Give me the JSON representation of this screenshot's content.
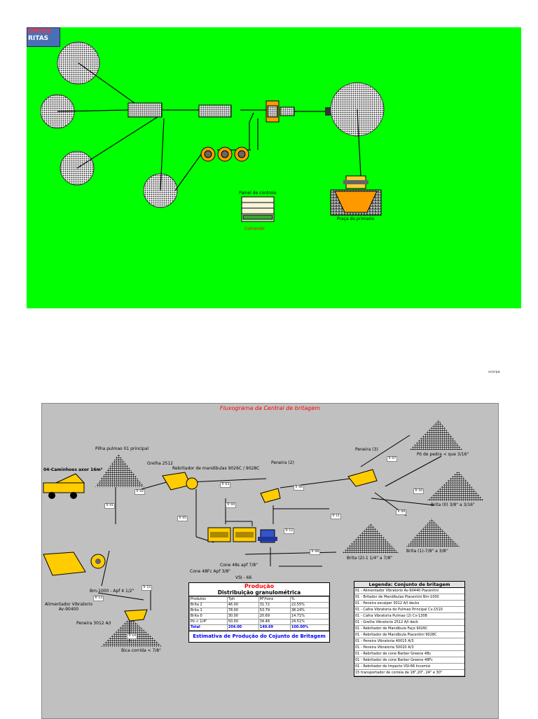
{
  "top_panel": {
    "logo_line1": "ORTES",
    "logo_line2": "RITAS",
    "control_label": "Painel de controle",
    "command_label": "Comando",
    "primary_label": "Praça do primario"
  },
  "watermark": "scorpa",
  "flowsheet": {
    "title": "Fluxograma da Central de britagem",
    "trucks_label": "04-Caminhoes axor 16m³",
    "labels": {
      "pile": "Pilha pulmao 01 principal",
      "grid": "Grelha 2512",
      "jaw": "Rebritador de mandibulas 9026C / 9028C",
      "screen2": "Peneira (2)",
      "screen3": "Peneira (3)",
      "po_pedra": "Pó de pedra < que 3/16\"",
      "brita0": "Brita (0) 3/8\" a 3/16\"",
      "brita1": "Brita (1)-7/8\" a 3/8\"",
      "brita2": "Brita (2)-1 1/4\" a 7/8\"",
      "cone48s": "Cone 48s apf  7/8\"",
      "cone48fc": "Cone 48Fc Apf 3/8\"",
      "vsi": "VSI - 66",
      "bm": "Bm-1000 - Apf 4 1/2\"",
      "feeder": "Alimentador Vibratorio Av-90400",
      "screen3012": "Peneira 3012 A/I",
      "bica": "Bica corrida < 7/8\""
    },
    "transporters": [
      "Tr 01",
      "Tr 02",
      "Tr 03",
      "Tr 04",
      "Tr 05",
      "Tr 06",
      "Tr 07",
      "Tr 08",
      "Tr 09",
      "Tr 10",
      "Tr 11",
      "Tr 12",
      "Tr 13",
      "Tr 14",
      "Tr 15"
    ]
  },
  "legend": {
    "title": "Legenda: Conjunto de britagem",
    "items": [
      "01 - Alimentador Vibratorio Av-90440 Piacentini",
      "01 - Britador de Mandibulas Piacentini Bm-1000",
      "01 - Peneira escalper 3012 A/I decks",
      "01 - Calha Vibratoria do Pulmao Principal Cv-1510",
      "01 - Calha Vibratoria Pulmao (2) Cv-1308",
      "01 - Grelha Vibratoria 2512 A/I deck",
      "01 - Rebritador de Mandibula Faço 9026C",
      "01 - Rebritador de Mandibula Piacentini 9028C",
      "01 - Peneira Vibratoria 40015 A/3",
      "01 - Peneira Vibratoria 50020 A/3",
      "01 - Rebritador de cone Barber Greene 48s",
      "01 - Rebritador de cone Barber Greene 48Fc",
      "01 - Rebritador de Impacto VSI-66 Incomisi",
      "15 transportador de correia de 18\",20\", 24\" e 30\""
    ]
  },
  "production": {
    "heading": "Produção",
    "subheading": "Distribuição granulométrica",
    "columns": [
      "Produtos",
      "Tph",
      "M³/hora",
      "%"
    ],
    "rows": [
      [
        "Brita 2",
        "46.00",
        "31.72",
        "22.55%"
      ],
      [
        "Brita 1",
        "78.00",
        "53.79",
        "38.24%"
      ],
      [
        "Brita 0",
        "30.00",
        "20.69",
        "14.71%"
      ],
      [
        "Pó < 1/4\"",
        "50.00",
        "34.48",
        "24.51%"
      ]
    ],
    "total": [
      "Total",
      "204.00",
      "140.69",
      "100.00%"
    ],
    "footer": "Estimativa de Produção do Cojunto de Britagem"
  }
}
